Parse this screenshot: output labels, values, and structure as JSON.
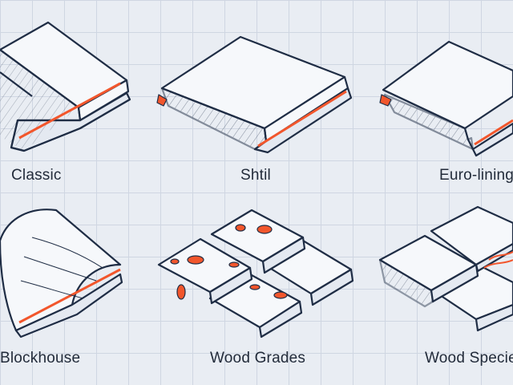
{
  "colors": {
    "ink": "#1f2d45",
    "accent": "#f2562c",
    "face": "#f6f8fb",
    "shade": "#e4e9f1"
  },
  "tiles": [
    {
      "label": "Classic"
    },
    {
      "label": "Shtil"
    },
    {
      "label": "Euro-lining"
    },
    {
      "label": "Blockhouse"
    },
    {
      "label": "Wood Grades"
    },
    {
      "label": "Wood Species"
    }
  ]
}
